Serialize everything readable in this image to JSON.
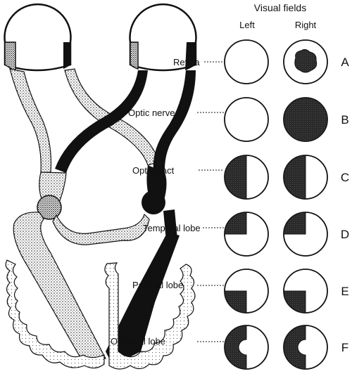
{
  "header": {
    "title": "Visual fields",
    "left": "Left",
    "right": "Right"
  },
  "labels": {
    "retina": "Retina",
    "optic_nerve": "Optic nerve",
    "optic_tract": "Optic tract",
    "temporal_lobe": "Temporal lobe",
    "parietal_lobe": "Parietal lobe",
    "occipital_lobe": "Occipital lobe"
  },
  "rows": [
    {
      "letter": "A",
      "left_defect": "none",
      "right_defect": "central-scotoma"
    },
    {
      "letter": "B",
      "left_defect": "none",
      "right_defect": "full"
    },
    {
      "letter": "C",
      "left_defect": "left-half",
      "right_defect": "left-half"
    },
    {
      "letter": "D",
      "left_defect": "upper-left-quadrant",
      "right_defect": "upper-left-quadrant"
    },
    {
      "letter": "E",
      "left_defect": "lower-left-quadrant",
      "right_defect": "lower-left-quadrant"
    },
    {
      "letter": "F",
      "left_defect": "left-half-macular-sparing",
      "right_defect": "left-half-macular-sparing"
    }
  ],
  "colors": {
    "ink": "#111111",
    "stipple": "#6b6b6b"
  }
}
